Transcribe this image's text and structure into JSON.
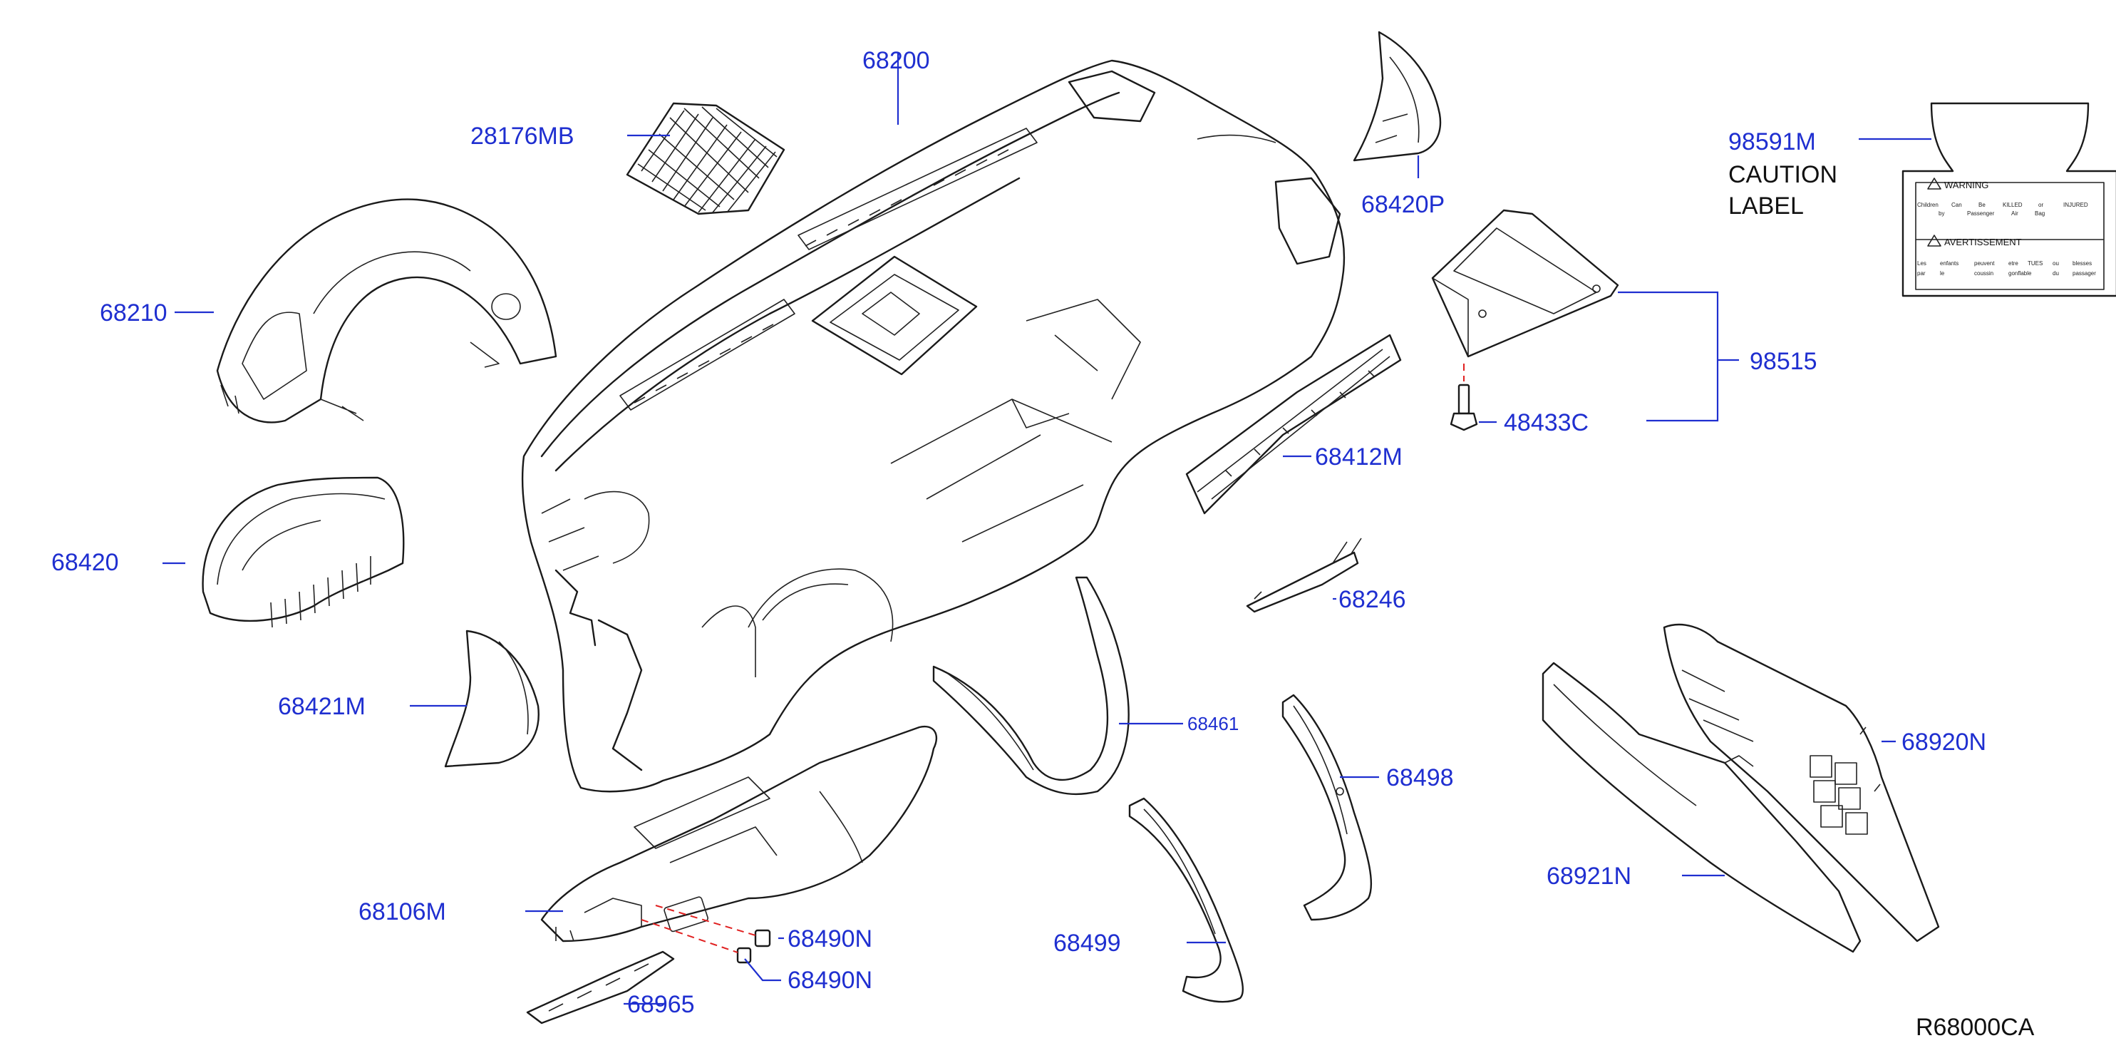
{
  "colors": {
    "label": "#1f2fd0",
    "line": "#1a1a1a",
    "dashed_leader": "#e02020",
    "background": "#ffffff"
  },
  "parts": [
    {
      "id": "68200",
      "label": "68200"
    },
    {
      "id": "28176MB",
      "label": "28176MB"
    },
    {
      "id": "68210",
      "label": "68210"
    },
    {
      "id": "68420",
      "label": "68420"
    },
    {
      "id": "68421M",
      "label": "68421M"
    },
    {
      "id": "68106M",
      "label": "68106M"
    },
    {
      "id": "68490N-a",
      "label": "68490N"
    },
    {
      "id": "68490N-b",
      "label": "68490N"
    },
    {
      "id": "68965",
      "label": "68965"
    },
    {
      "id": "68420P",
      "label": "68420P"
    },
    {
      "id": "98591M",
      "label": "98591M"
    },
    {
      "id": "98515",
      "label": "98515"
    },
    {
      "id": "48433C",
      "label": "48433C"
    },
    {
      "id": "68412M",
      "label": "68412M"
    },
    {
      "id": "68246",
      "label": "68246"
    },
    {
      "id": "68461",
      "label": "68461"
    },
    {
      "id": "68498",
      "label": "68498"
    },
    {
      "id": "68499",
      "label": "68499"
    },
    {
      "id": "68920N",
      "label": "68920N"
    },
    {
      "id": "68921N",
      "label": "68921N"
    }
  ],
  "caution_label": {
    "line1": "CAUTION",
    "line2": "LABEL",
    "warning_title": "WARNING",
    "warning_row1": [
      "Children",
      "Can",
      "Be",
      "KILLED",
      "or",
      "INJURED"
    ],
    "warning_row2": [
      "by",
      "Passenger",
      "Air",
      "Bag"
    ],
    "avert_title": "AVERTISSEMENT",
    "avert_row1": [
      "Les",
      "enfants",
      "peuvent",
      "etre",
      "TUES",
      "ou",
      "blesses"
    ],
    "avert_row2": [
      "par",
      "le",
      "coussin",
      "gonflable",
      "du",
      "passager"
    ]
  },
  "diagram_code": "R68000CA"
}
